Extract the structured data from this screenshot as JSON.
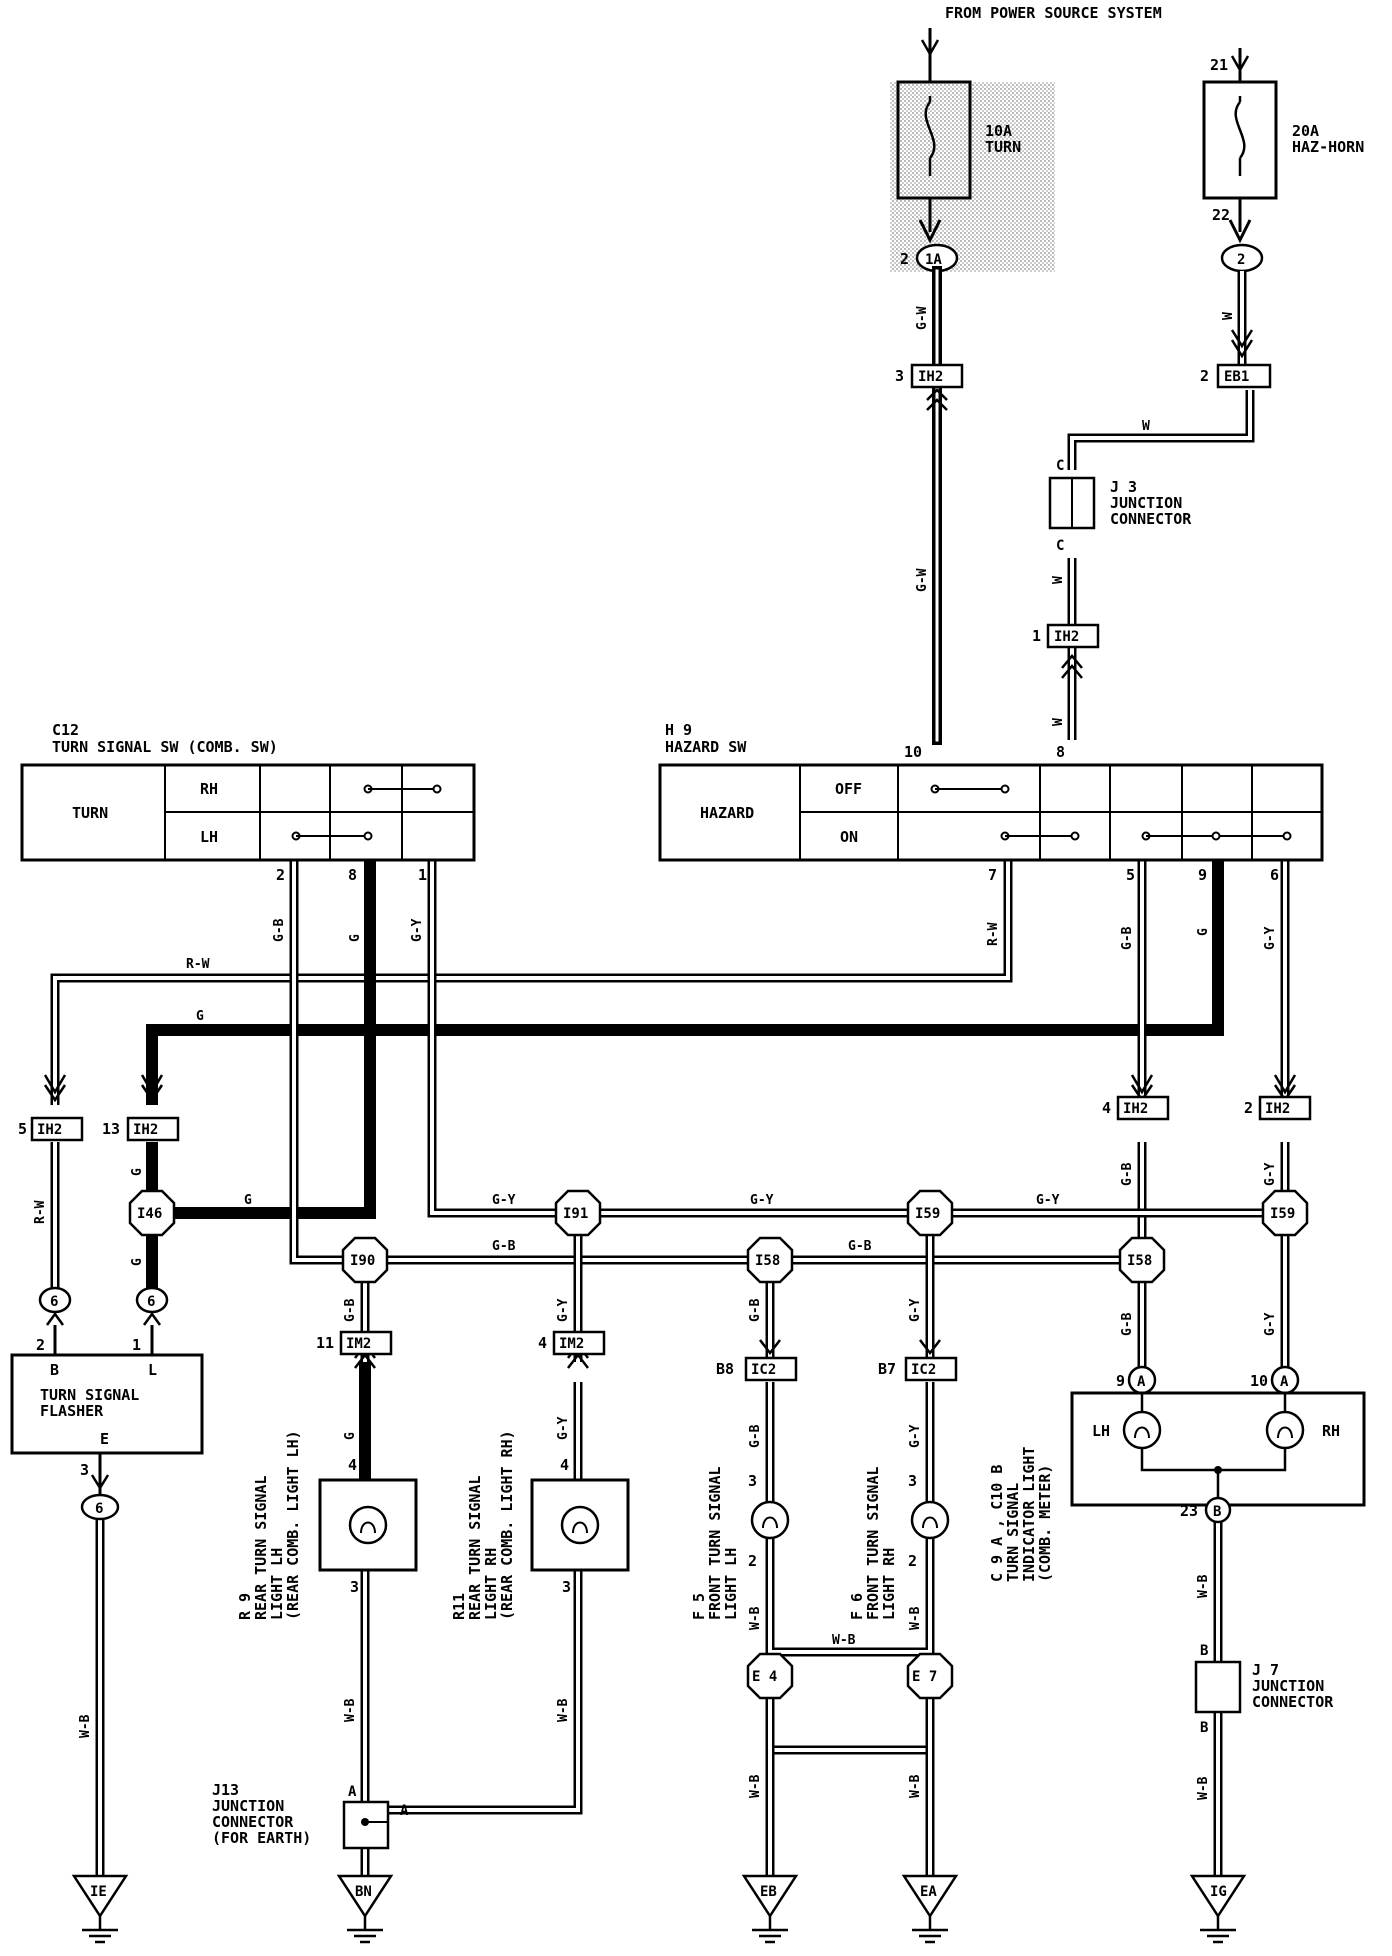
{
  "header": {
    "title": "FROM POWER SOURCE SYSTEM"
  },
  "fuses": {
    "turn": {
      "rating": "10A",
      "name": "TURN"
    },
    "haz": {
      "rating": "20A",
      "name": "HAZ-HORN",
      "pin_top": "21",
      "pin_bottom": "22"
    }
  },
  "connectors": {
    "c1a": "1A",
    "c2": "2",
    "ih2": "IH2",
    "eb1": "EB1",
    "ih2_cb": "IH2",
    "ih2_l5": "IH2",
    "ih2_l13": "IH2",
    "ih2_r4": "IH2",
    "ih2_r2": "IH2",
    "im2_11": "IM2",
    "im2_4": "IM2",
    "ic2_b8": "IC2",
    "ic2_b7": "IC2",
    "c6a": "6",
    "c6b": "6",
    "c6c": "6",
    "cA9": "A",
    "cA10": "A",
    "cB23": "B"
  },
  "pins": {
    "p2_1a": "2",
    "p3_ih2": "3",
    "p2_eb1": "2",
    "p1_ih2": "1",
    "p10": "10",
    "p8": "8",
    "p7": "7",
    "p5": "5",
    "p9": "9",
    "p6": "6",
    "p2": "2",
    "p8c": "8",
    "p1c": "1",
    "p5l": "5",
    "p13l": "13",
    "p4r": "4",
    "p2r": "2",
    "pB2": "2",
    "pL1": "1",
    "pE3": "3",
    "p11": "11",
    "p4a": "4",
    "p4b": "4",
    "p4c": "4",
    "p3a": "3",
    "p3b": "3",
    "pB8": "B8",
    "pB7": "B7",
    "pf3a": "3",
    "pf2a": "2",
    "pf3b": "3",
    "pf2b": "2",
    "pm9": "9",
    "pm10": "10",
    "pm23": "23"
  },
  "splices": {
    "i46": "I46",
    "i91": "I91",
    "i59a": "I59",
    "i59b": "I59",
    "i90": "I90",
    "i58a": "I58",
    "i58b": "I58",
    "e4": "E 4",
    "e7": "E 7"
  },
  "junctions": {
    "j3": {
      "code": "J 3",
      "l1": "JUNCTION",
      "l2": "CONNECTOR",
      "pa": "C",
      "pb": "C"
    },
    "j7": {
      "code": "J 7",
      "l1": "JUNCTION",
      "l2": "CONNECTOR",
      "pa": "B",
      "pb": "B"
    },
    "j13": {
      "code": "J13",
      "l1": "JUNCTION",
      "l2": "CONNECTOR",
      "l3": "(FOR EARTH)",
      "pa": "A",
      "pb": "A"
    }
  },
  "switches": {
    "turn_sw": {
      "code": "C12",
      "title": "TURN SIGNAL SW (COMB. SW)",
      "mode": "TURN",
      "rh": "RH",
      "lh": "LH"
    },
    "hazard_sw": {
      "code": "H 9",
      "title": "HAZARD SW",
      "mode": "HAZARD",
      "off": "OFF",
      "on": "ON"
    }
  },
  "flasher": {
    "l1": "TURN SIGNAL",
    "l2": "FLASHER",
    "pin_b": "B",
    "pin_l": "L",
    "pin_e": "E"
  },
  "meter": {
    "code": "C 9",
    "code2": "C10",
    "ca": "A",
    "cb": "B",
    "l1": "TURN SIGNAL",
    "l2": "INDICATOR LIGHT",
    "l3": "(COMB. METER)",
    "lh": "LH",
    "rh": "RH"
  },
  "lamps": {
    "r9": {
      "code": "R 9",
      "l1": "REAR TURN SIGNAL",
      "l2": "LIGHT LH",
      "l3": "(REAR COMB. LIGHT LH)"
    },
    "r11": {
      "code": "R11",
      "l1": "REAR TURN SIGNAL",
      "l2": "LIGHT RH",
      "l3": "(REAR COMB. LIGHT RH)"
    },
    "f5": {
      "code": "F 5",
      "l1": "FRONT TURN SIGNAL",
      "l2": "LIGHT LH"
    },
    "f6": {
      "code": "F 6",
      "l1": "FRONT TURN SIGNAL",
      "l2": "LIGHT RH"
    }
  },
  "grounds": {
    "ie": "IE",
    "bn": "BN",
    "eb": "EB",
    "ea": "EA",
    "ig": "IG"
  },
  "wires": {
    "gw": "G-W",
    "w": "W",
    "rw": "R-W",
    "g": "G",
    "gb": "G-B",
    "gy": "G-Y",
    "wb": "W-B"
  }
}
